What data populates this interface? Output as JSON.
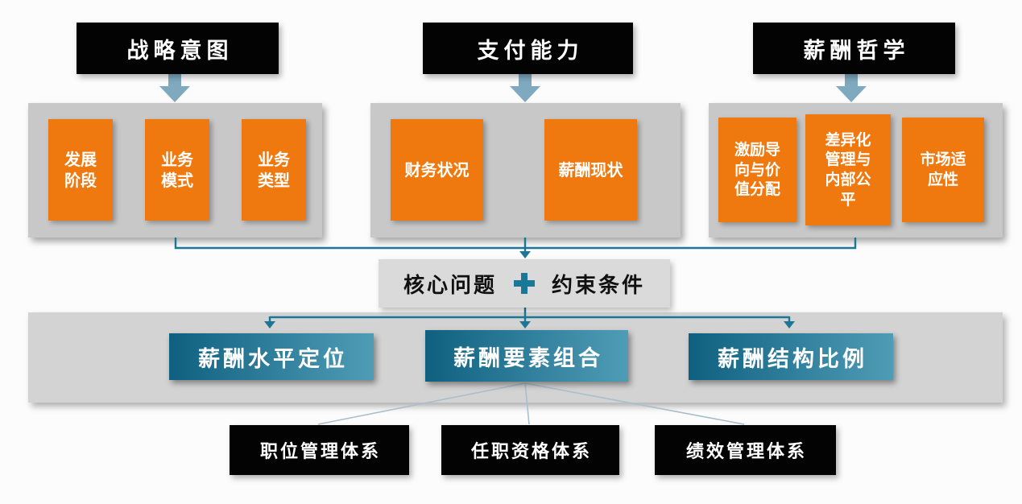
{
  "colors": {
    "background": "#fcfcfc",
    "header_box": "#030303",
    "orange_box": "#f0790f",
    "group_container": "#c8c8c8",
    "core_box": "#dadada",
    "band": "#d3d3d3",
    "teal_dark": "#0f6080",
    "teal_light": "#4f9cb6",
    "connector": "#1b7795",
    "big_arrow": "#7fa9bf",
    "fan_line": "#a9c0cc"
  },
  "headers": [
    {
      "label": "战略意图"
    },
    {
      "label": "支付能力"
    },
    {
      "label": "薪酬哲学"
    }
  ],
  "groups": [
    {
      "items": [
        {
          "label": "发展\n阶段"
        },
        {
          "label": "业务\n模式"
        },
        {
          "label": "业务\n类型"
        }
      ]
    },
    {
      "items": [
        {
          "label": "财务状况"
        },
        {
          "label": "薪酬现状"
        }
      ]
    },
    {
      "items": [
        {
          "label": "激励导\n向与价\n值分配"
        },
        {
          "label": "差异化\n管理与\n内部公\n平"
        },
        {
          "label": "市场适\n应性"
        }
      ]
    }
  ],
  "core": {
    "left_label": "核心问题",
    "plus_icon": "plus",
    "right_label": "约束条件"
  },
  "decisions": [
    {
      "label": "薪酬水平定位"
    },
    {
      "label": "薪酬要素组合"
    },
    {
      "label": "薪酬结构比例"
    }
  ],
  "systems": [
    {
      "label": "职位管理体系"
    },
    {
      "label": "任职资格体系"
    },
    {
      "label": "绩效管理体系"
    }
  ]
}
